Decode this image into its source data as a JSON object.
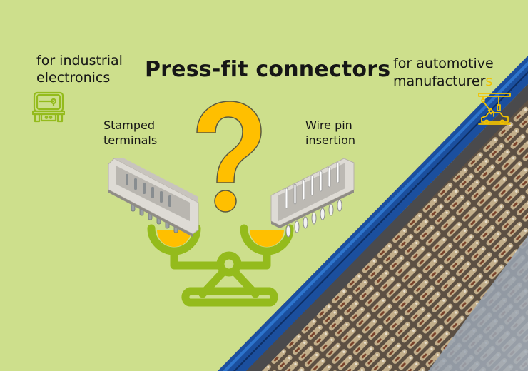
{
  "title": "Press-fit connectors",
  "left_corner": {
    "line1": "for industrial",
    "line2": "electronics",
    "icon": "industrial-machine-icon"
  },
  "right_corner": {
    "line1": "for automotive",
    "line2": "manufacturer",
    "line2_tail": "s",
    "icon": "car-assembly-robot-icon"
  },
  "left_option": {
    "line1": "Stamped",
    "line2": "terminals",
    "image": "connector-header-stamped"
  },
  "right_option": {
    "line1": "Wire pin",
    "line2": "insertion",
    "image": "connector-header-wire-pin"
  },
  "center_icon": "question-mark-icon",
  "scale_icon": "balance-scale-icon",
  "colors": {
    "background": "#cddf8c",
    "scale_green": "#94bb1c",
    "accent_yellow": "#ffbf00",
    "blue_edge": "#1a55a8",
    "text": "#161616"
  }
}
